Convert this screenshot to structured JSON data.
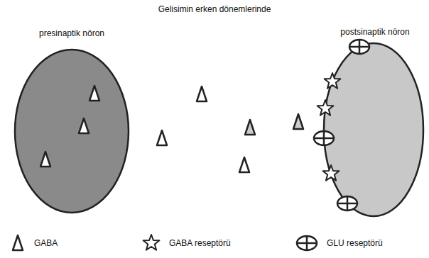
{
  "diagram": {
    "title": "Gelisimin erken dönemlerinde",
    "nodes": [
      {
        "text": [
          "presinaptik nöron"
        ]
      },
      {
        "text": [
          "postsinaptik nöron"
        ]
      }
    ],
    "legend": [
      {
        "text": "GABA"
      },
      {
        "text": "GABA reseptörü"
      },
      {
        "text": "GLU reseptörü"
      }
    ]
  }
}
